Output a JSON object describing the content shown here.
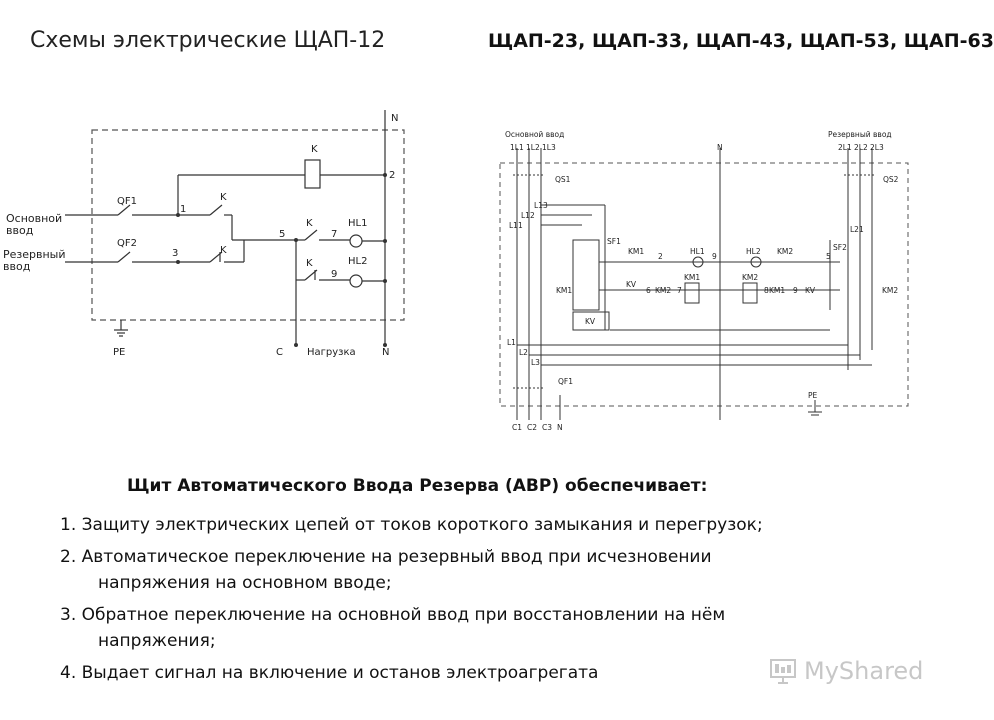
{
  "title_left": "Схемы электрические ЩАП-12",
  "title_right": "ЩАП-23, ЩАП-33, ЩАП-43, ЩАП-53, ЩАП-63",
  "left_diagram": {
    "main_input": [
      "Основной",
      "ввод"
    ],
    "reserve_input": [
      "Резервный",
      "ввод"
    ],
    "qf1": "QF1",
    "qf2": "QF2",
    "k": "K",
    "hl1": "HL1",
    "hl2": "HL2",
    "pe": "PE",
    "c": "C",
    "load": "Нагрузка",
    "n": "N",
    "nodes": [
      "1",
      "2",
      "3",
      "5",
      "7",
      "9"
    ]
  },
  "right_diagram": {
    "main_input": "Основной ввод",
    "reserve_input": "Резервный ввод",
    "phases_main": [
      "1L1",
      "1L2",
      "1L3"
    ],
    "phases_reserve": [
      "2L1",
      "2L2",
      "2L3"
    ],
    "n": "N",
    "qs1": "QS1",
    "qs2": "QS2",
    "qf1": "QF1",
    "sf1": "SF1",
    "sf2": "SF2",
    "km1": "KM1",
    "km2": "KM2",
    "hl1": "HL1",
    "hl2": "HL2",
    "kv": "KV",
    "pe": "PE",
    "l1": "L1",
    "l2": "L2",
    "l3": "L3",
    "l11": "L11",
    "l12": "L12",
    "l13": "L13",
    "l21": "L21",
    "outputs": [
      "C1",
      "C2",
      "C3",
      "N"
    ],
    "nodes": [
      "2",
      "9",
      "5",
      "6",
      "7",
      "8",
      "9"
    ]
  },
  "heading": "Щит Автоматического Ввода Резерва (АВР) обеспечивает:",
  "items": [
    {
      "first": "1. Защиту электрических цепей от токов короткого замыкания и перегрузок;",
      "cont": ""
    },
    {
      "first": "2. Автоматическое переключение на резервный ввод при исчезновении",
      "cont": "напряжения на основном вводе;"
    },
    {
      "first": "3. Обратное переключение на основной ввод при восстановлении на нём",
      "cont": "напряжения;"
    },
    {
      "first": "4. Выдает сигнал на включение и останов электроагрегата",
      "cont": ""
    }
  ],
  "watermark": "MyShared"
}
